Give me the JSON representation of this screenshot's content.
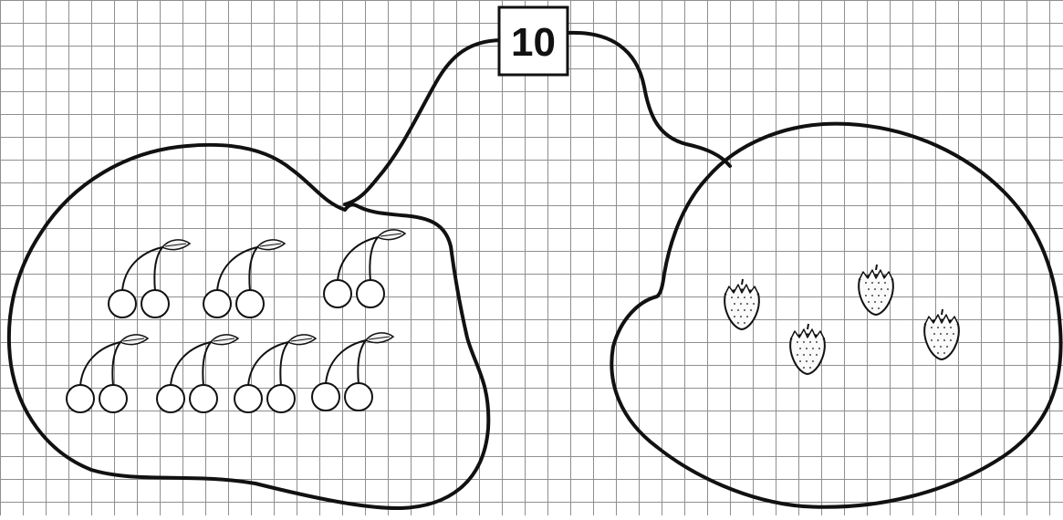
{
  "total": {
    "label": "10"
  },
  "sets": {
    "left": {
      "fruit": "cherry",
      "pairs_of_cherries_count": 7
    },
    "right": {
      "fruit": "strawberry",
      "strawberries_count": 4
    }
  },
  "colors": {
    "background": "#ffffff",
    "grid": "#8f8f8f",
    "ink": "#111111",
    "leaf": "#f2f2f2"
  }
}
